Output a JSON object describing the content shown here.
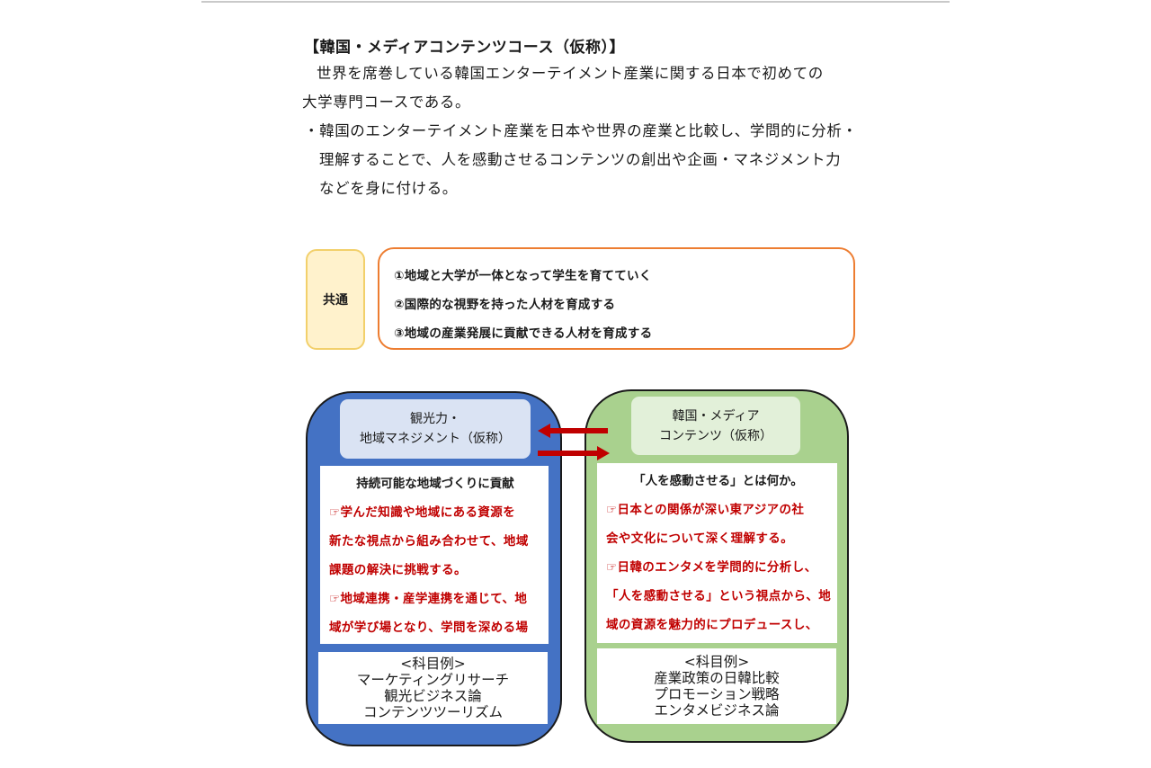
{
  "document": {
    "heading": "【韓国・メディアコンテンツコース（仮称）】",
    "intro_lines": [
      "世界を席巻している韓国エンターテイメント産業に関する日本で初めての",
      "大学専門コースである。"
    ],
    "bullet_lines": [
      "・韓国のエンターテイメント産業を日本や世界の産業と比較し、学問的に分析・",
      "理解することで、人を感動させるコンテンツの創出や企画・マネジメント力",
      "などを身に付ける。"
    ]
  },
  "common": {
    "tag": "共通",
    "goals": [
      "①地域と大学が一体となって学生を育てていく",
      "②国際的な視野を持った人材を育成する",
      "③地域の産業発展に貢献できる人材を育成する"
    ]
  },
  "left_course": {
    "title_lines": [
      "観光力・",
      "地域マネジメント（仮称）"
    ],
    "lead": "持続可能な地域づくりに貢献",
    "red_lines": [
      "☞学んだ知識や地域にある資源を",
      "新たな視点から組み合わせて、地域",
      "課題の解決に挑戦する。",
      "☞地域連携・産学連携を通じて、地",
      "域が学び場となり、学問を深める場"
    ],
    "examples_header": "<科目例>",
    "examples": [
      "マーケティングリサーチ",
      "観光ビジネス論",
      "コンテンツツーリズム"
    ]
  },
  "right_course": {
    "title_lines": [
      "韓国・メディア",
      "コンテンツ（仮称）"
    ],
    "lead": "「人を感動させる」とは何か。",
    "red_lines": [
      "☞日本との関係が深い東アジアの社",
      "会や文化について深く理解する。",
      "☞日韓のエンタメを学問的に分析し、",
      "「人を感動させる」という視点から、地",
      "域の資源を魅力的にプロデュースし、"
    ],
    "examples_header": "<科目例>",
    "examples": [
      "産業政策の日韓比較",
      "プロモーション戦略",
      "エンタメビジネス論"
    ]
  },
  "colors": {
    "left_course_fill": "#4472c4",
    "right_course_fill": "#a9d18e",
    "goals_border": "#ed7d31",
    "common_fill": "#fff2cc",
    "arrow": "#c00000",
    "highlight_text": "#c00000"
  }
}
